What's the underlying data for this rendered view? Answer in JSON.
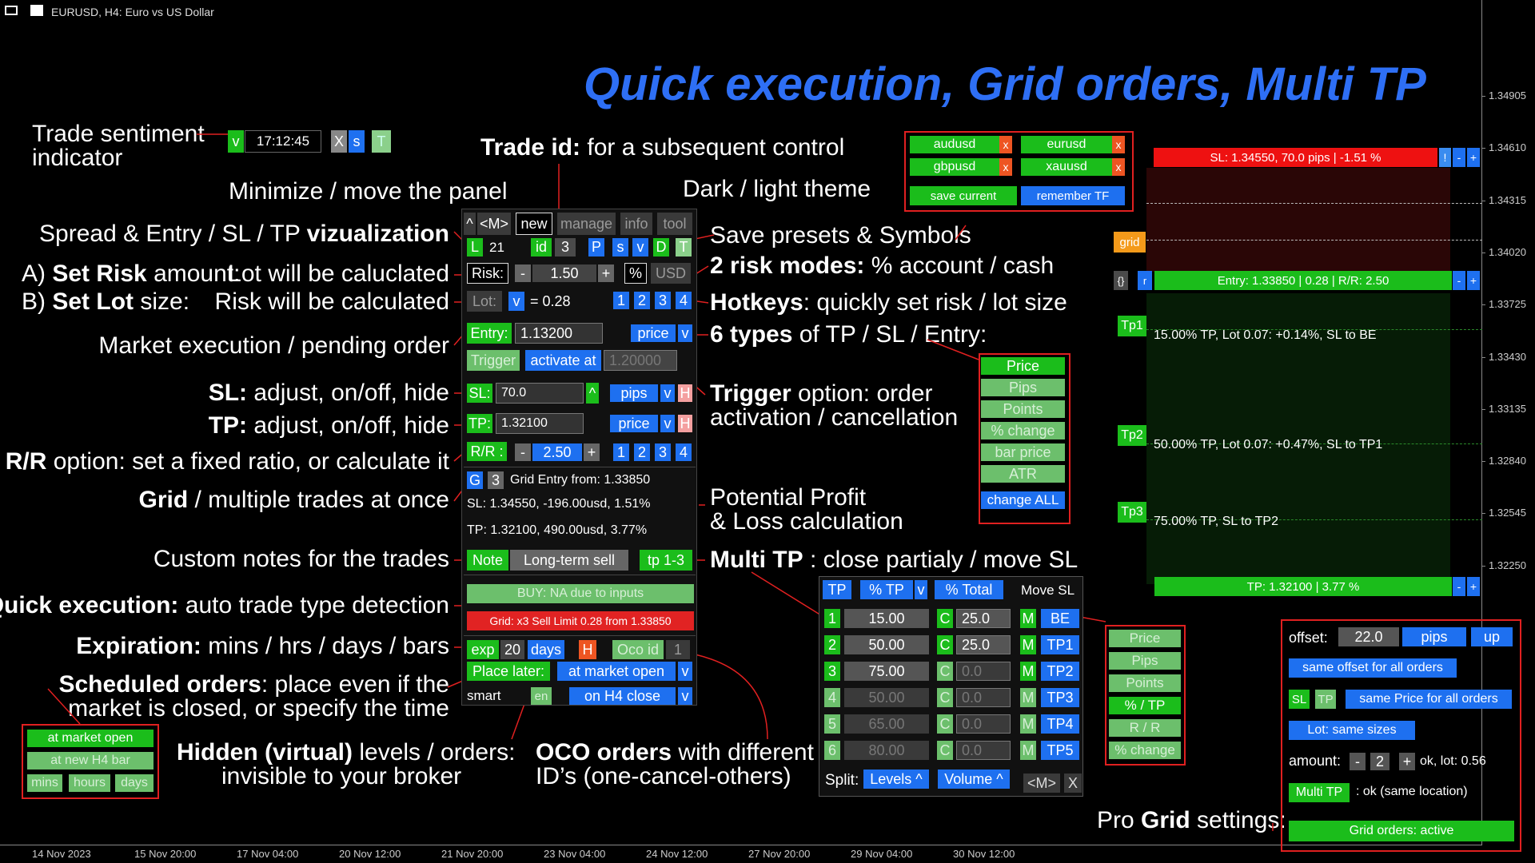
{
  "window": {
    "title": "EURUSD, H4:  Euro vs US Dollar"
  },
  "headline": "Quick  execution, Grid orders, Multi TP",
  "labels": {
    "sentiment1": "Trade sentiment",
    "sentiment2": "indicator",
    "minimize": "Minimize / move the panel",
    "tradeid_b": "Trade id:",
    "tradeid_r": " for a subsequent control",
    "theme": "Dark / light theme",
    "spread_r": "Spread  &  Entry / SL / TP ",
    "spread_b": "vizualization",
    "riskA_r": "A) ",
    "riskA_b": "Set Risk",
    "riskA_r2": " amount:",
    "riskA2": "Lot will be caluclated",
    "lotB_r": "B) ",
    "lotB_b": "Set Lot",
    "lotB_r2": " size:",
    "lotB2": "Risk will be calculated",
    "market": "Market execution / pending order",
    "sl_b": "SL:",
    "sl_r": " adjust, on/off, hide",
    "tp_b": "TP:",
    "tp_r": " adjust, on/off, hide",
    "rr_b": "R/R",
    "rr_r": " option: set a fixed ratio, or calculate it",
    "grid_b": "Grid",
    "grid_r": " / multiple trades at once",
    "notes": "Custom notes for the trades",
    "quick_b": "Quick execution:",
    "quick_r": " auto trade type detection",
    "exp_b": "Expiration:",
    "exp_r": " mins / hrs / days / bars",
    "sched_b": "Scheduled orders",
    "sched_r": ": place even if the",
    "sched2": "market is closed, or specify the time",
    "hidden_b": "Hidden (virtual)",
    "hidden_r": " levels / orders:",
    "hidden2": "invisible to your broker",
    "oco_b": "OCO orders",
    "oco_r": " with different",
    "oco2": "ID’s (one-cancel-others)",
    "presets": "Save presets & Symbols",
    "riskmodes_b": "2 risk modes:",
    "riskmodes_r": " % account / cash",
    "hotkeys_b": "Hotkeys",
    "hotkeys_r": ": quickly set risk / lot size",
    "types_b": "6 types",
    "types_r": " of TP / SL / Entry:",
    "trigger_b": "Trigger",
    "trigger_r": " option: order",
    "trigger2": "activation / cancellation",
    "profit1": "Potential Profit",
    "profit2": "& Loss calculation",
    "multitp_b": "Multi TP",
    "multitp_r": " : close partialy / move SL",
    "progrid_r": "Pro ",
    "progrid_b": "Grid",
    "progrid_r2": " settings:"
  },
  "sentiment": {
    "v": "v",
    "time": "17:12:45",
    "x": "X",
    "s": "s",
    "t": "T"
  },
  "panel": {
    "top": {
      "up": "^",
      "m": "<M>",
      "new": "new",
      "manage": "manage",
      "info": "info",
      "tool": "tool"
    },
    "row2": {
      "l": "L",
      "spread": "21",
      "id": "id",
      "idnum": "3",
      "p": "P",
      "s": "s",
      "v": "v",
      "d": "D",
      "t": "T"
    },
    "risk": {
      "label": "Risk:",
      "minus": "-",
      "value": "1.50",
      "plus": "+",
      "pct": "%",
      "usd": "USD"
    },
    "lot": {
      "label": "Lot:",
      "v": "v",
      "value": "= 0.28",
      "h1": "1",
      "h2": "2",
      "h3": "3",
      "h4": "4"
    },
    "entry": {
      "label": "Entry:",
      "value": "1.13200",
      "type": "price",
      "v": "v"
    },
    "trigger": {
      "label": "Trigger",
      "activate": "activate at",
      "value": "1.20000"
    },
    "sl": {
      "label": "SL:",
      "value": "70.0",
      "up": "^",
      "type": "pips",
      "v": "v",
      "h": "H"
    },
    "tp": {
      "label": "TP:",
      "value": "1.32100",
      "type": "price",
      "v": "v",
      "h": "H"
    },
    "rr": {
      "label": "R/R :",
      "minus": "-",
      "value": "2.50",
      "plus": "+",
      "h1": "1",
      "h2": "2",
      "h3": "3",
      "h4": "4"
    },
    "grid": {
      "g": "G",
      "n": "3",
      "text": "Grid Entry from: 1.33850"
    },
    "slinfo": "SL: 1.34550, -196.00usd, 1.51%",
    "tpinfo": "TP: 1.32100, 490.00usd, 3.77%",
    "note": {
      "label": "Note",
      "value": "Long-term sell",
      "tp": "tp 1-3"
    },
    "buy": "BUY: NA due to inputs",
    "sell": "Grid: x3 Sell Limit 0.28 from 1.33850",
    "exp": {
      "label": "exp",
      "value": "20",
      "unit": "days",
      "h": "H",
      "oco": "Oco id",
      "oconum": "1"
    },
    "later": {
      "label": "Place later:",
      "value": "at market open",
      "v": "v"
    },
    "smart": {
      "label": "smart",
      "en": "en",
      "value": "on H4 close",
      "v": "v"
    }
  },
  "schedule_box": [
    "at market open",
    "at new H4 bar",
    "mins",
    "hours",
    "days"
  ],
  "symbols": {
    "items": [
      "audusd",
      "eurusd",
      "gbpusd",
      "xauusd"
    ],
    "x": "x",
    "save": "save current",
    "remember": "remember TF"
  },
  "types": [
    "Price",
    "Pips",
    "Points",
    "% change",
    "bar price",
    "ATR",
    "change ALL"
  ],
  "multitp": {
    "head": [
      "TP",
      "% TP",
      "v",
      "% Total",
      "Move SL"
    ],
    "rows": [
      {
        "n": "1",
        "val": "15.00",
        "c": "C",
        "pct": "25.0",
        "m": "M",
        "sl": "BE"
      },
      {
        "n": "2",
        "val": "50.00",
        "c": "C",
        "pct": "25.0",
        "m": "M",
        "sl": "TP1"
      },
      {
        "n": "3",
        "val": "75.00",
        "c": "C",
        "pct": "0.0",
        "m": "M",
        "sl": "TP2"
      },
      {
        "n": "4",
        "val": "50.00",
        "c": "C",
        "pct": "0.0",
        "m": "M",
        "sl": "TP3"
      },
      {
        "n": "5",
        "val": "65.00",
        "c": "C",
        "pct": "0.0",
        "m": "M",
        "sl": "TP4"
      },
      {
        "n": "6",
        "val": "80.00",
        "c": "C",
        "pct": "0.0",
        "m": "M",
        "sl": "TP5"
      }
    ],
    "split": "Split:",
    "levels": "Levels ^",
    "volume": "Volume ^",
    "m": "<M>",
    "x": "X"
  },
  "tptypes": [
    "Price",
    "Pips",
    "Points",
    "% / TP",
    "R / R",
    "% change"
  ],
  "progrid": {
    "offset": "offset:",
    "offval": "22.0",
    "pips": "pips",
    "up": "up",
    "same_offset": "same offset for all orders",
    "sl": "SL",
    "tp": "TP",
    "same_price": "same Price for all orders",
    "lot": "Lot: same sizes",
    "amount": "amount:",
    "minus": "-",
    "amt": "2",
    "plus": "+",
    "ok": "ok, lot: 0.56",
    "multi": "Multi TP",
    "multiok": ": ok (same location)",
    "active": "Grid orders: active"
  },
  "chart": {
    "sl": "SL: 1.34550, 70.0 pips | -1.51 %",
    "sl_btns": [
      "!",
      "-",
      "+"
    ],
    "grid": "grid",
    "entry_btns": [
      "{}",
      "r"
    ],
    "entry": "Entry: 1.33850 | 0.28 | R/R: 2.50",
    "pm": [
      "-",
      "+"
    ],
    "tps": [
      {
        "id": "Tp1",
        "text": "15.00% TP, Lot 0.07: +0.14%, SL to BE"
      },
      {
        "id": "Tp2",
        "text": "50.00% TP, Lot 0.07: +0.47%, SL to TP1"
      },
      {
        "id": "Tp3",
        "text": "75.00% TP, SL to TP2"
      }
    ],
    "tp": "TP: 1.32100 | 3.77 %"
  },
  "chart_data": {
    "type": "table",
    "price_axis": [
      "1.34905",
      "1.34610",
      "1.34315",
      "1.34020",
      "1.33725",
      "1.33430",
      "1.33135",
      "1.32840",
      "1.32545",
      "1.32250"
    ],
    "time_axis": [
      "14 Nov 2023",
      "15 Nov 20:00",
      "17 Nov 04:00",
      "20 Nov 12:00",
      "21 Nov 20:00",
      "23 Nov 04:00",
      "24 Nov 12:00",
      "27 Nov 20:00",
      "29 Nov 04:00",
      "30 Nov 12:00"
    ],
    "levels": {
      "sl": 1.3455,
      "entry": 1.3385,
      "tp": 1.321
    }
  },
  "colors": {
    "green": "#1bbd1b",
    "blue": "#1e70f0",
    "red": "#e12323",
    "headline": "#2e6ff5"
  }
}
